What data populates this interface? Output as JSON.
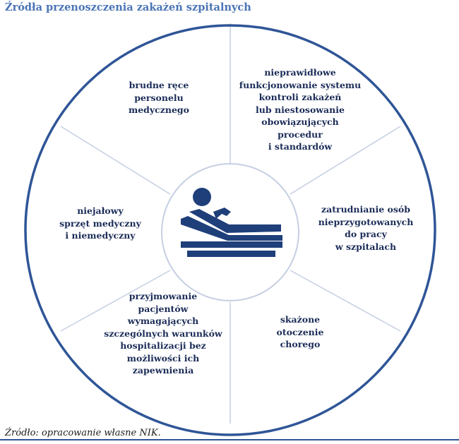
{
  "title": "Źródła przenoszczenia zakażeń szpitalnych",
  "segments": [
    {
      "lines": [
        "brudne ręce",
        "personelu",
        "medycznego"
      ]
    },
    {
      "lines": [
        "nieprawidłowe",
        "funkcjonowanie systemu",
        "kontroli zakażeń",
        "lub niestosowanie",
        "obowiązujących",
        "procedur",
        "i standardów"
      ]
    },
    {
      "lines": [
        "zatrudnianie osób",
        "nieprzygotowanych",
        "do pracy",
        "w szpitalach"
      ]
    },
    {
      "lines": [
        "skażone",
        "otoczenie",
        "chorego"
      ]
    },
    {
      "lines": [
        "przyjmowanie",
        "pacjentów",
        "wymagających",
        "szczególnych warunków",
        "hospitalizacji bez",
        "możliwości ich",
        "zapewnienia"
      ]
    },
    {
      "lines": [
        "niejałowy",
        "sprzęt medyczny",
        "i niemedyczny"
      ]
    }
  ],
  "center_icon": "patient-in-bed-icon",
  "source": "Źródło: opracowanie własne NIK.",
  "colors": {
    "accent": "#2f5597",
    "text": "#1b2c58",
    "title": "#4a74b5",
    "divider": "#c5cfe2"
  }
}
